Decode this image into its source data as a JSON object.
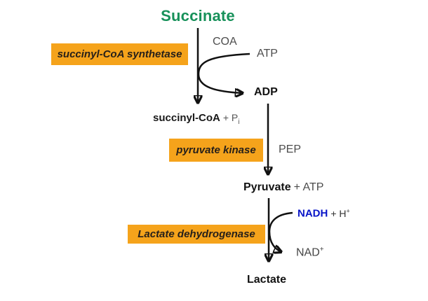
{
  "diagram": {
    "title": "Succinate",
    "enzyme_boxes": {
      "succinyl_coa_synthetase": "succinyl-CoA synthetase",
      "pyruvate_kinase": "pyruvate kinase",
      "lactate_dehydrogenase": "Lactate dehydrogenase"
    },
    "metabolites": {
      "succinyl_coa": "succinyl-CoA",
      "succinyl_coa_suffix": "+ P",
      "succinyl_coa_subscript": "i",
      "pyruvate": "Pyruvate",
      "pyruvate_suffix": "+ ATP",
      "lactate": "Lactate"
    },
    "cofactors": {
      "coa": "COA",
      "atp_in": "ATP",
      "adp_out": "ADP",
      "pep": "PEP",
      "nadh": "NADH",
      "h_plus_base": "+ H",
      "h_plus_superscript": "+",
      "nad_base": "NAD",
      "nad_superscript": "+"
    },
    "colors": {
      "title_green": "#17915A",
      "enzyme_box_orange": "#F5A31B",
      "nadh_blue": "#0A16C8",
      "arrow_black": "#111111",
      "muted_gray": "#4d4d4d"
    }
  }
}
